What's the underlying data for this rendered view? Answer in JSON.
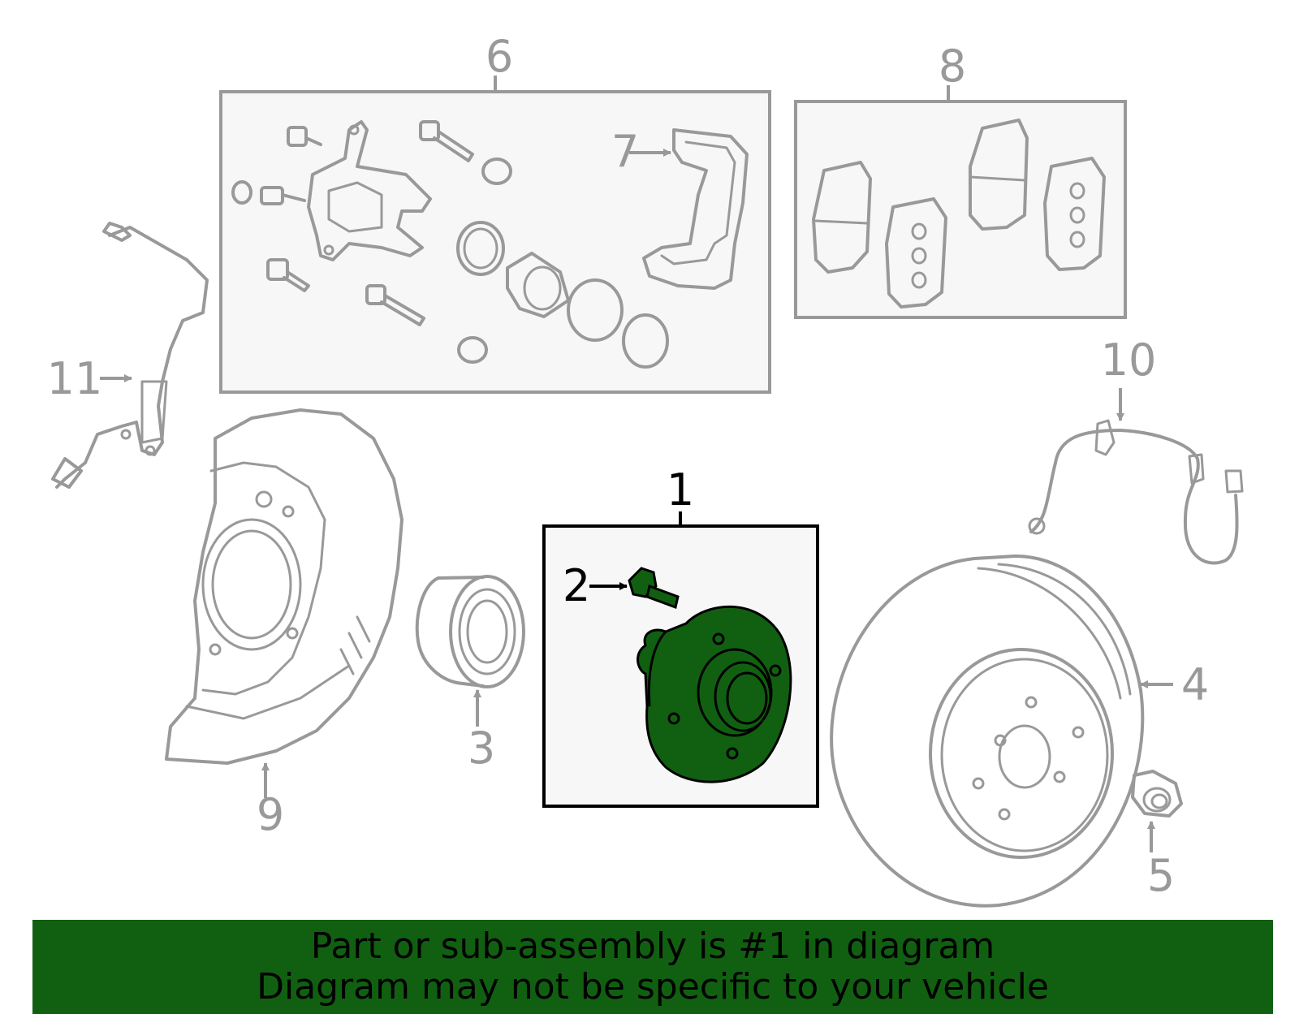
{
  "colors": {
    "part_gray": "#999999",
    "highlight_green": "#116011",
    "panel_fill": "#f7f7f7",
    "banner_bg": "#116011"
  },
  "callouts": {
    "n1": "1",
    "n2": "2",
    "n3": "3",
    "n4": "4",
    "n5": "5",
    "n6": "6",
    "n7": "7",
    "n8": "8",
    "n9": "9",
    "n10": "10",
    "n11": "11"
  },
  "banner": {
    "line1": "Part or sub-assembly is #1 in diagram",
    "line2": "Diagram may not be specific to your vehicle"
  }
}
